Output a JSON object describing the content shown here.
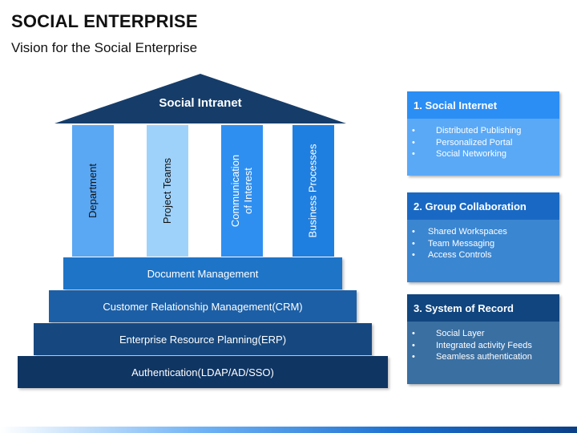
{
  "header": {
    "title": "SOCIAL ENTERPRISE",
    "subtitle": "Vision for the Social Enterprise"
  },
  "roof": {
    "label": "Social Intranet",
    "color": "#163d6a"
  },
  "pillars": [
    {
      "label": "Department"
    },
    {
      "label": "Project Teams"
    },
    {
      "label": "Communication of Interest",
      "line1": "Communication",
      "line2": "of Interest"
    },
    {
      "label": "Business Processes"
    }
  ],
  "steps": [
    {
      "label": "Document Management"
    },
    {
      "label": "Customer Relationship Management(CRM)"
    },
    {
      "label": "Enterprise Resource Planning(ERP)"
    },
    {
      "label": "Authentication(LDAP/AD/SSO)"
    }
  ],
  "panels": [
    {
      "title": "1. Social Internet",
      "items": [
        "Distributed Publishing",
        "Personalized Portal",
        "Social Networking"
      ]
    },
    {
      "title": "2. Group Collaboration",
      "items": [
        "Shared Workspaces",
        "Team Messaging",
        "Access Controls"
      ]
    },
    {
      "title": "3. System of Record",
      "items": [
        "Social Layer",
        "Integrated activity Feeds",
        "Seamless authentication"
      ]
    }
  ],
  "bullet": "•"
}
